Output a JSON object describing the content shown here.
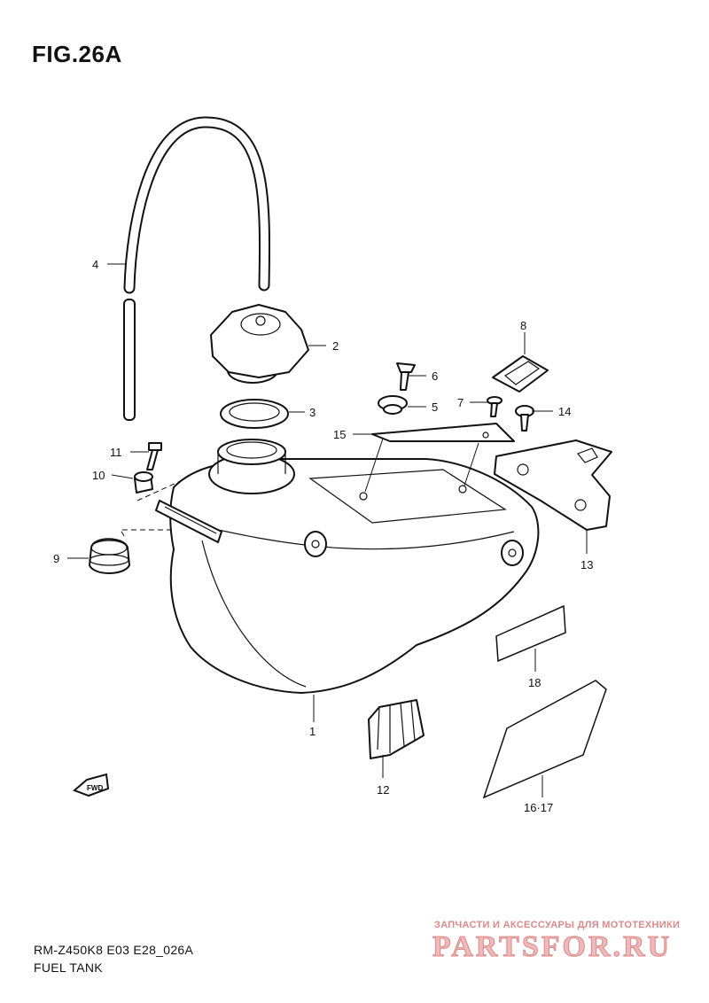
{
  "figure": {
    "title": "FIG.26A",
    "model_code": "RM-Z450K8 E03 E28_026A",
    "section_name": "FUEL TANK"
  },
  "watermark": {
    "tagline": "ЗАПЧАСТИ И АКСЕССУАРЫ ДЛЯ МОТОТЕХНИКИ",
    "brand": "PARTSFOR.RU"
  },
  "direction_marker": {
    "icon": "fwd-arrow-icon",
    "label": "FWD"
  },
  "callouts": [
    {
      "id": "1",
      "label": "1"
    },
    {
      "id": "2",
      "label": "2"
    },
    {
      "id": "3",
      "label": "3"
    },
    {
      "id": "4",
      "label": "4"
    },
    {
      "id": "5",
      "label": "5"
    },
    {
      "id": "6",
      "label": "6"
    },
    {
      "id": "7",
      "label": "7"
    },
    {
      "id": "8",
      "label": "8"
    },
    {
      "id": "9",
      "label": "9"
    },
    {
      "id": "10",
      "label": "10"
    },
    {
      "id": "11",
      "label": "11"
    },
    {
      "id": "12",
      "label": "12"
    },
    {
      "id": "13",
      "label": "13"
    },
    {
      "id": "14",
      "label": "14"
    },
    {
      "id": "15",
      "label": "15"
    },
    {
      "id": "16-17",
      "label": "16·17"
    },
    {
      "id": "18",
      "label": "18"
    }
  ]
}
